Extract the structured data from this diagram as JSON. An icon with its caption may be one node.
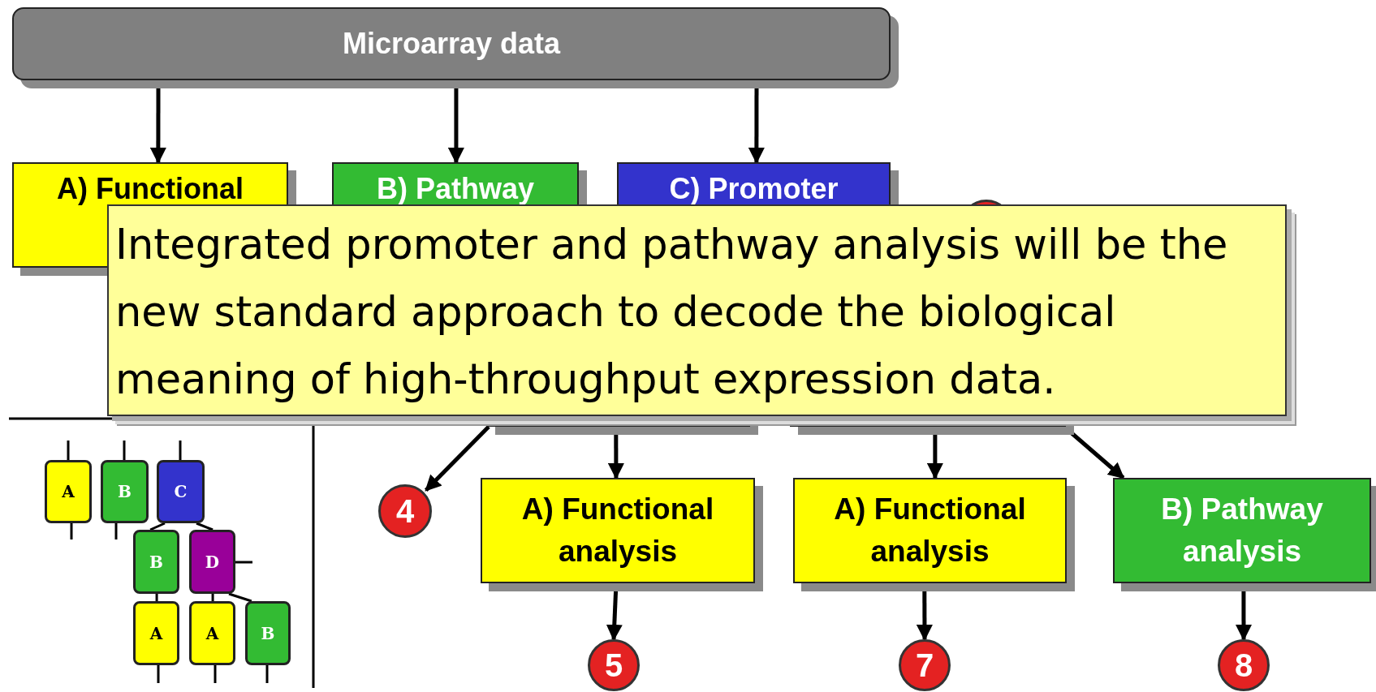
{
  "diagram": {
    "nodes": [
      {
        "text": [
          "Microarray data"
        ]
      },
      {
        "text": [
          "A) Functional"
        ]
      },
      {
        "text": [
          "B) Pathway"
        ]
      },
      {
        "text": [
          "C) Promoter"
        ]
      },
      {
        "text": [],
        "shape": "circle"
      },
      {
        "text": [
          "Integrated promoter and pathway analysis will be the new standard approach to decode the biological meaning of high-throughput expression data."
        ]
      },
      {
        "text": [],
        "shape": "box"
      },
      {
        "text": [],
        "shape": "box"
      },
      {
        "text": [
          "A"
        ]
      },
      {
        "text": [
          "B"
        ]
      },
      {
        "text": [
          "C"
        ]
      },
      {
        "text": [
          "B"
        ]
      },
      {
        "text": [
          "D"
        ]
      },
      {
        "text": [
          "A"
        ]
      },
      {
        "text": [
          "A"
        ]
      },
      {
        "text": [
          "B"
        ]
      },
      {
        "text": [
          "4"
        ]
      },
      {
        "text": [
          "A) Functional",
          "analysis"
        ]
      },
      {
        "text": [
          "A) Functional",
          "analysis"
        ]
      },
      {
        "text": [
          "B)  Pathway",
          "analysis"
        ]
      },
      {
        "text": [
          "5"
        ]
      },
      {
        "text": [
          "7"
        ]
      },
      {
        "text": [
          "8"
        ]
      }
    ],
    "edges": [
      {
        "from": 0,
        "to": 1,
        "arrow": "to"
      },
      {
        "from": 0,
        "to": 2,
        "arrow": "to"
      },
      {
        "from": 0,
        "to": 3,
        "arrow": "to"
      },
      {
        "from": 10,
        "to": 11,
        "arrow": "none"
      },
      {
        "from": 10,
        "to": 12,
        "arrow": "none"
      },
      {
        "from": 11,
        "to": 13,
        "arrow": "none"
      },
      {
        "from": 12,
        "to": 14,
        "arrow": "none"
      },
      {
        "from": 12,
        "to": 15,
        "arrow": "none"
      },
      {
        "from": 6,
        "to": 16,
        "arrow": "to"
      },
      {
        "from": 6,
        "to": 17,
        "arrow": "to"
      },
      {
        "from": 7,
        "to": 18,
        "arrow": "to"
      },
      {
        "from": 7,
        "to": 19,
        "arrow": "to"
      },
      {
        "from": 17,
        "to": 20,
        "arrow": "to"
      },
      {
        "from": 18,
        "to": 21,
        "arrow": "to"
      },
      {
        "from": 19,
        "to": 22,
        "arrow": "to"
      }
    ]
  }
}
